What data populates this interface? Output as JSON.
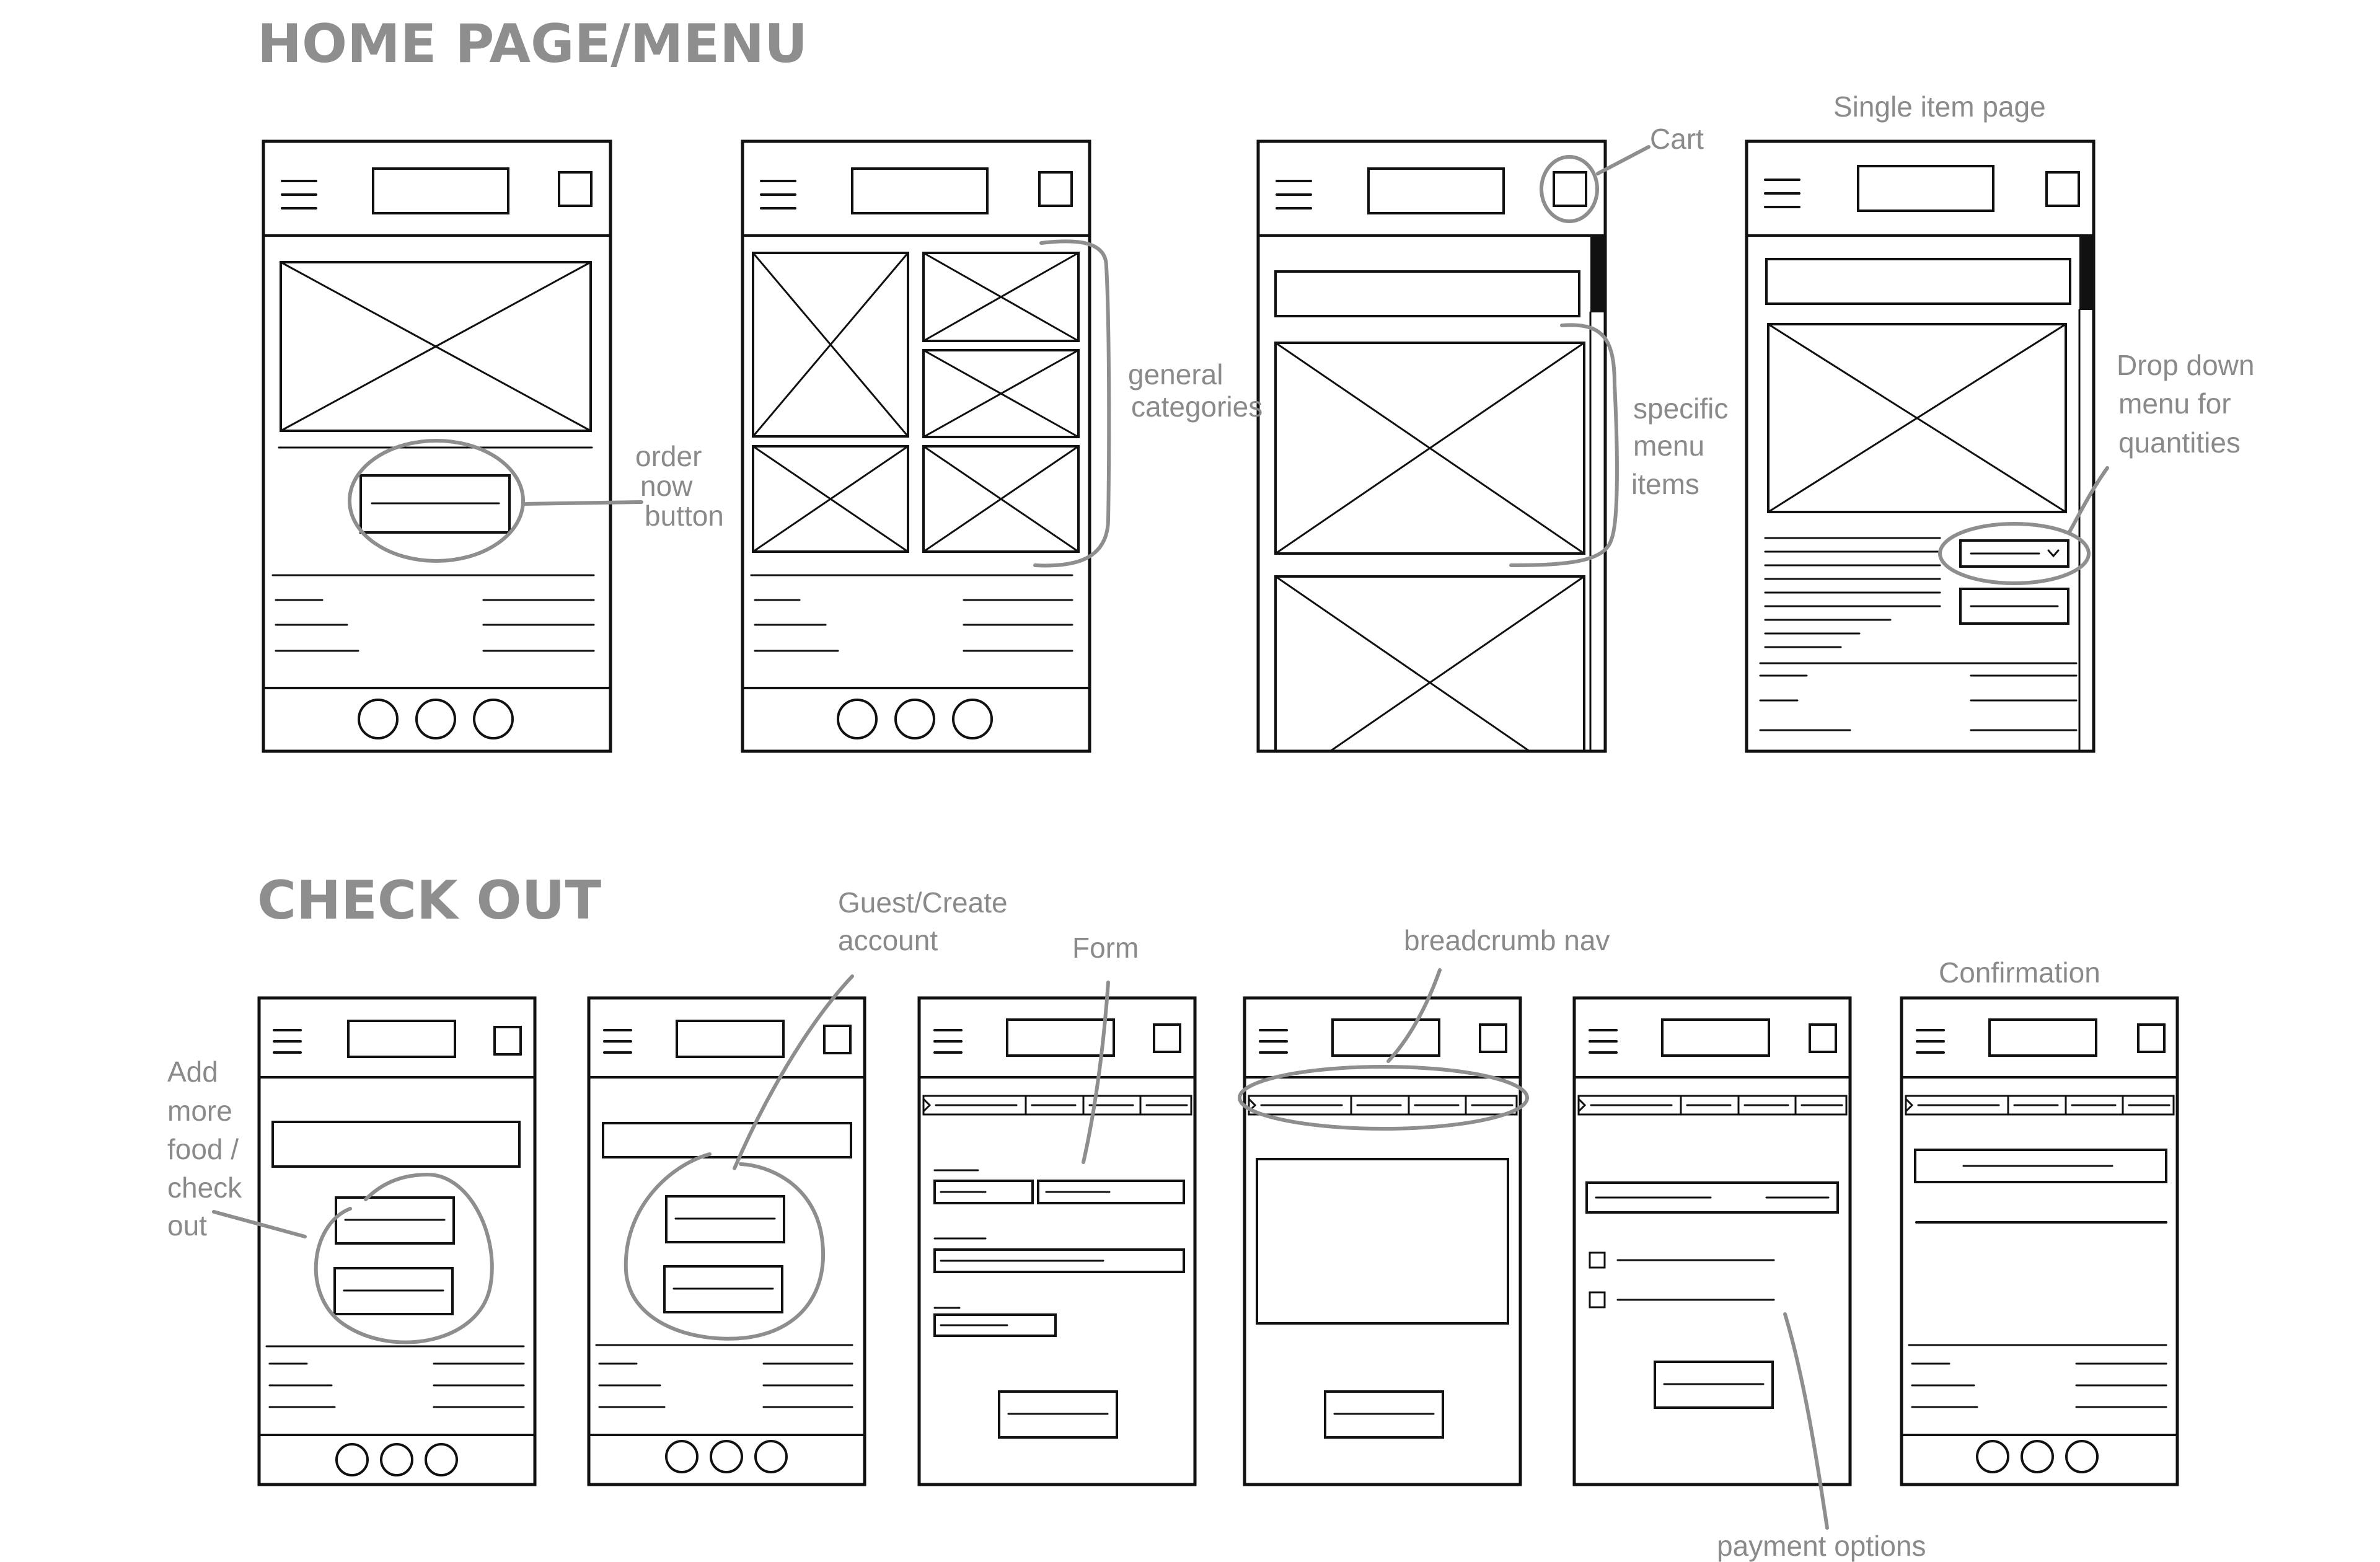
{
  "headings": {
    "home": "HOME PAGE/MENU",
    "checkout": "CHECK OUT"
  },
  "annotations": {
    "order_now": [
      "order",
      "now",
      "button"
    ],
    "general_categories": [
      "general",
      "categories"
    ],
    "cart": "Cart",
    "specific_items": [
      "specific",
      "menu",
      "items"
    ],
    "single_item": "Single item page",
    "dropdown": [
      "Drop down",
      "menu for",
      "quantities"
    ],
    "add_more": [
      "Add",
      "more",
      "food /",
      "check",
      "out"
    ],
    "guest_create": [
      "Guest/Create",
      "account"
    ],
    "form": "Form",
    "breadcrumb": "breadcrumb nav",
    "confirmation": "Confirmation",
    "payment": "payment options"
  },
  "colors": {
    "ink": "#111111",
    "annotation": "#8e8e8e",
    "background": "#ffffff"
  }
}
